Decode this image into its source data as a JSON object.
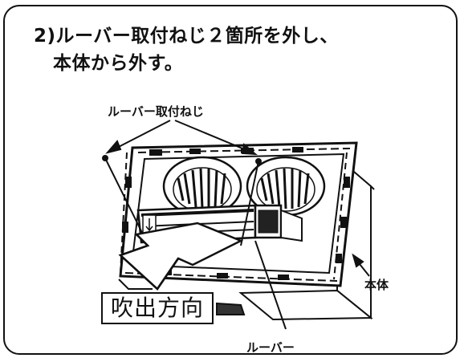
{
  "step": {
    "line1": "2)ルーバー取付ねじ２箇所を外し、",
    "line2": "本体から外す。"
  },
  "labels": {
    "screws": "ルーバー取付ねじ",
    "body": "本体",
    "louver": "ルーバー",
    "direction": "吹出方向"
  }
}
